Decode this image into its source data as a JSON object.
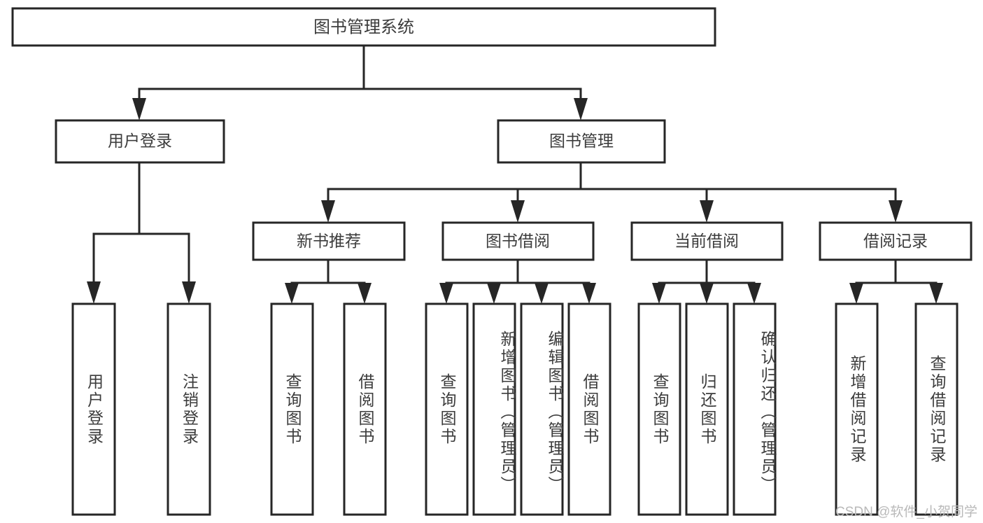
{
  "diagram": {
    "title": "图书管理系统",
    "type": "hierarchy-tree",
    "watermark": "CSDN @软件_小贺同学",
    "colors": {
      "stroke": "#262626",
      "box_fill": "#ffffff",
      "text": "#3c3c3c",
      "background": "#ffffff",
      "watermark": "#b9b9b9"
    },
    "levels": {
      "root": {
        "label": "图书管理系统"
      },
      "level2": [
        {
          "label": "用户登录"
        },
        {
          "label": "图书管理"
        }
      ],
      "level3": [
        {
          "label": "新书推荐"
        },
        {
          "label": "图书借阅"
        },
        {
          "label": "当前借阅"
        },
        {
          "label": "借阅记录"
        }
      ],
      "leaves": [
        {
          "label": "用户登录",
          "parent": "用户登录"
        },
        {
          "label": "注销登录",
          "parent": "用户登录"
        },
        {
          "label": "查询图书",
          "parent": "新书推荐"
        },
        {
          "label": "借阅图书",
          "parent": "新书推荐"
        },
        {
          "label": "查询图书",
          "parent": "图书借阅"
        },
        {
          "label": "新增图书（管理员）",
          "parent": "图书借阅"
        },
        {
          "label": "编辑图书（管理员）",
          "parent": "图书借阅"
        },
        {
          "label": "借阅图书",
          "parent": "图书借阅"
        },
        {
          "label": "查询图书",
          "parent": "当前借阅"
        },
        {
          "label": "归还图书",
          "parent": "当前借阅"
        },
        {
          "label": "确认归还（管理员）",
          "parent": "当前借阅"
        },
        {
          "label": "新增借阅记录",
          "parent": "借阅记录"
        },
        {
          "label": "查询借阅记录",
          "parent": "借阅记录"
        }
      ]
    }
  }
}
